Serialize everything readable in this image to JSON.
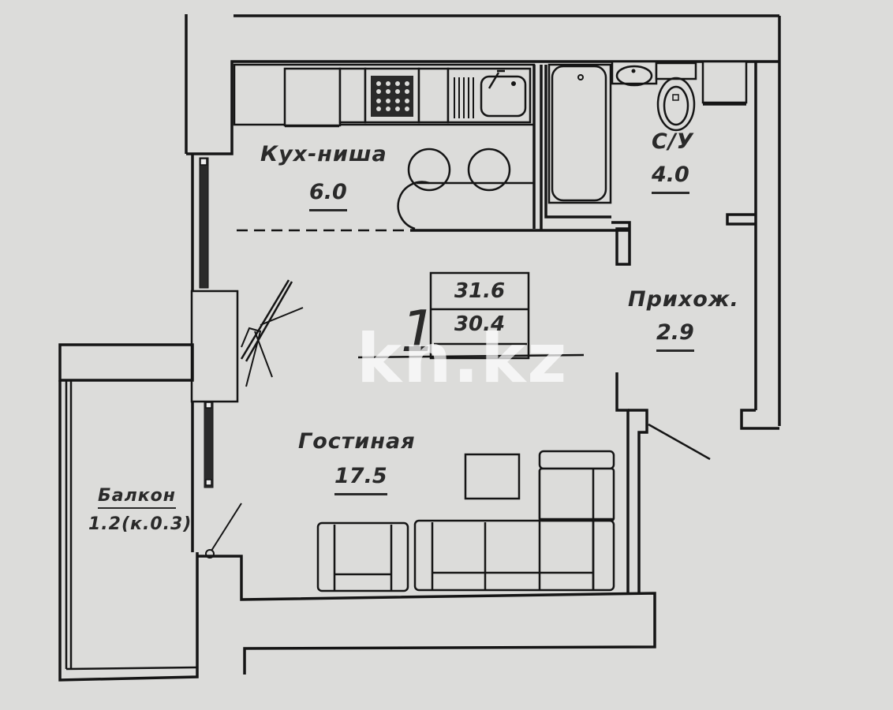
{
  "plan": {
    "unit_number": "1",
    "total_area": "31.6",
    "living_area": "30.4",
    "watermark": "kn.kz"
  },
  "rooms": [
    {
      "id": "kitchen",
      "name": "Кух-ниша",
      "area": "6.0"
    },
    {
      "id": "bathroom",
      "name": "С/У",
      "area": "4.0"
    },
    {
      "id": "hallway",
      "name": "Прихож.",
      "area": "2.9"
    },
    {
      "id": "living",
      "name": "Гостиная",
      "area": "17.5"
    },
    {
      "id": "balcony",
      "name": "Балкон",
      "area": "1.2(к.0.3)"
    }
  ],
  "fixtures": {
    "kitchen": [
      "cabinet",
      "stove",
      "counter",
      "dish-rack",
      "sink"
    ],
    "bathroom": [
      "bathtub",
      "washbasin",
      "toilet",
      "washing-machine"
    ],
    "living": [
      "table",
      "corner-sofa",
      "armchair"
    ],
    "dining": [
      "chair",
      "chair",
      "chair"
    ]
  },
  "colors": {
    "background": "#dcdcda",
    "lines": "#151515",
    "text": "#2a2a2a"
  }
}
